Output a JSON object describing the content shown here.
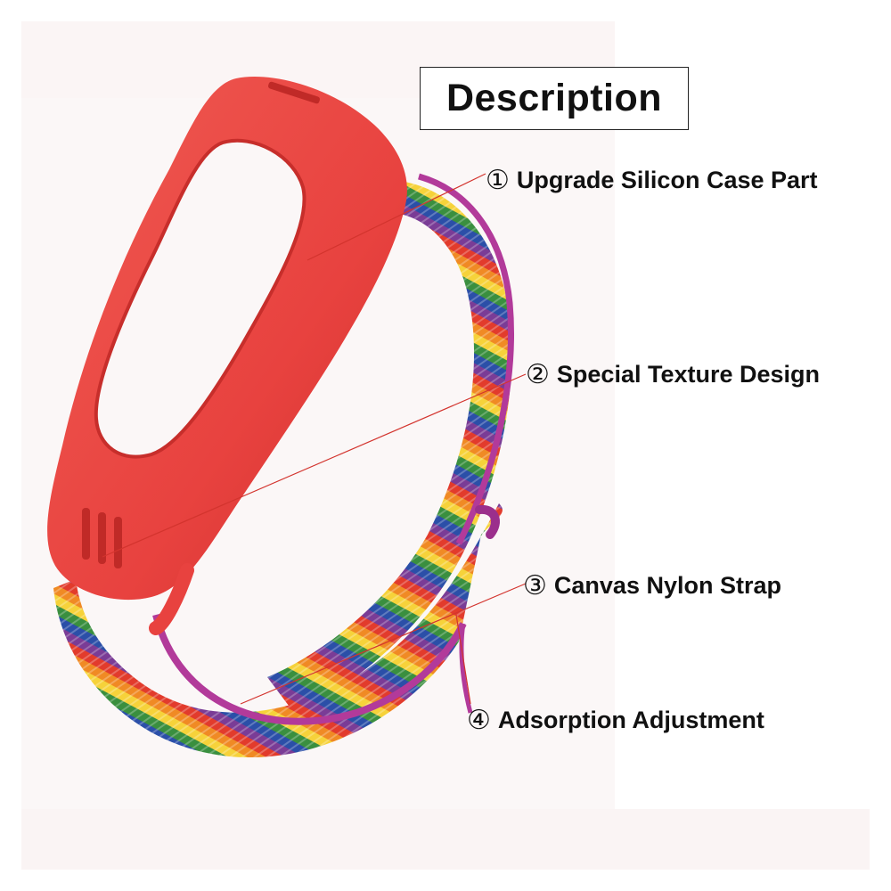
{
  "title": "Description",
  "features": [
    {
      "number": "①",
      "label": "Upgrade Silicon Case Part"
    },
    {
      "number": "②",
      "label": "Special Texture Design"
    },
    {
      "number": "③",
      "label": "Canvas Nylon Strap"
    },
    {
      "number": "④",
      "label": "Adsorption Adjustment"
    }
  ],
  "colors": {
    "silicone_case": "#e8423f",
    "pointer_line": "#d3342e",
    "strap_edge": "#b23a9a",
    "rainbow": [
      "#e23b2c",
      "#f08a24",
      "#f6d23a",
      "#3a8f3f",
      "#2b4fa8",
      "#7a3c96"
    ]
  }
}
